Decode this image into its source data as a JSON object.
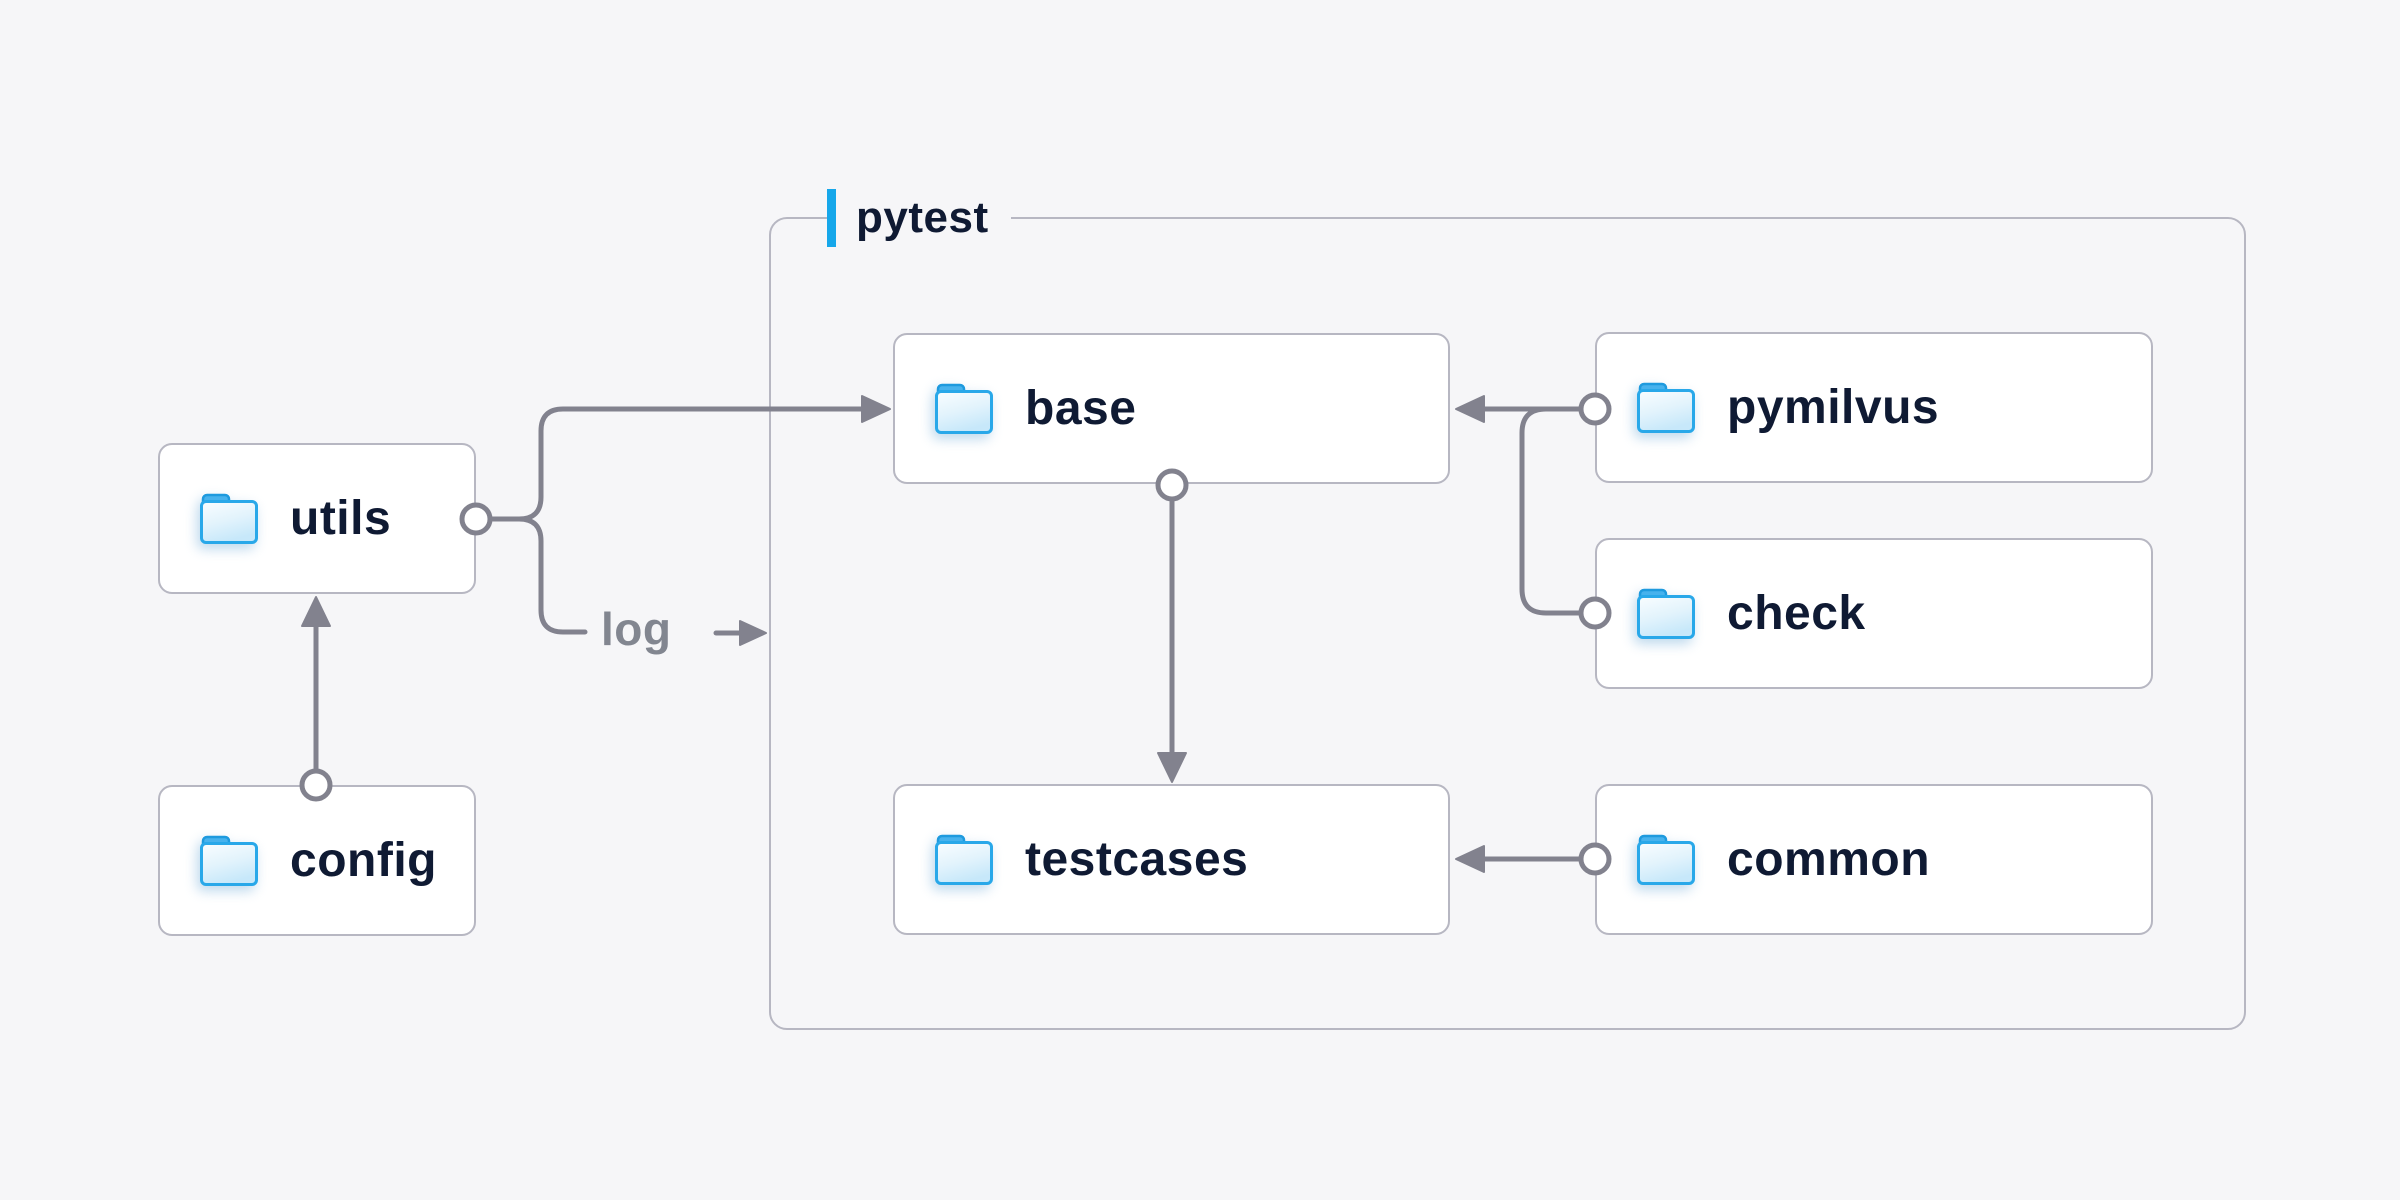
{
  "diagram": {
    "background_color": "#f6f6f8",
    "accent_blue": "#16a7ea",
    "folder_blue": "#29a8e9",
    "connector_gray": "#82828e",
    "box_border_gray": "#b7b7c2",
    "text_navy": "#0f1a33",
    "group": {
      "label": "pytest"
    },
    "nodes": {
      "utils": {
        "label": "utils",
        "icon": "folder-icon"
      },
      "config": {
        "label": "config",
        "icon": "folder-icon"
      },
      "base": {
        "label": "base",
        "icon": "folder-icon"
      },
      "pymilvus": {
        "label": "pymilvus",
        "icon": "folder-icon"
      },
      "check": {
        "label": "check",
        "icon": "folder-icon"
      },
      "testcases": {
        "label": "testcases",
        "icon": "folder-icon"
      },
      "common": {
        "label": "common",
        "icon": "folder-icon"
      }
    },
    "edges": [
      {
        "from": "config",
        "to": "utils",
        "label": ""
      },
      {
        "from": "utils",
        "to": "base",
        "label": ""
      },
      {
        "from": "utils",
        "to": "pytest",
        "label": "log"
      },
      {
        "from": "pymilvus",
        "to": "base",
        "label": ""
      },
      {
        "from": "check",
        "to": "base",
        "label": ""
      },
      {
        "from": "base",
        "to": "testcases",
        "label": ""
      },
      {
        "from": "common",
        "to": "testcases",
        "label": ""
      }
    ]
  }
}
